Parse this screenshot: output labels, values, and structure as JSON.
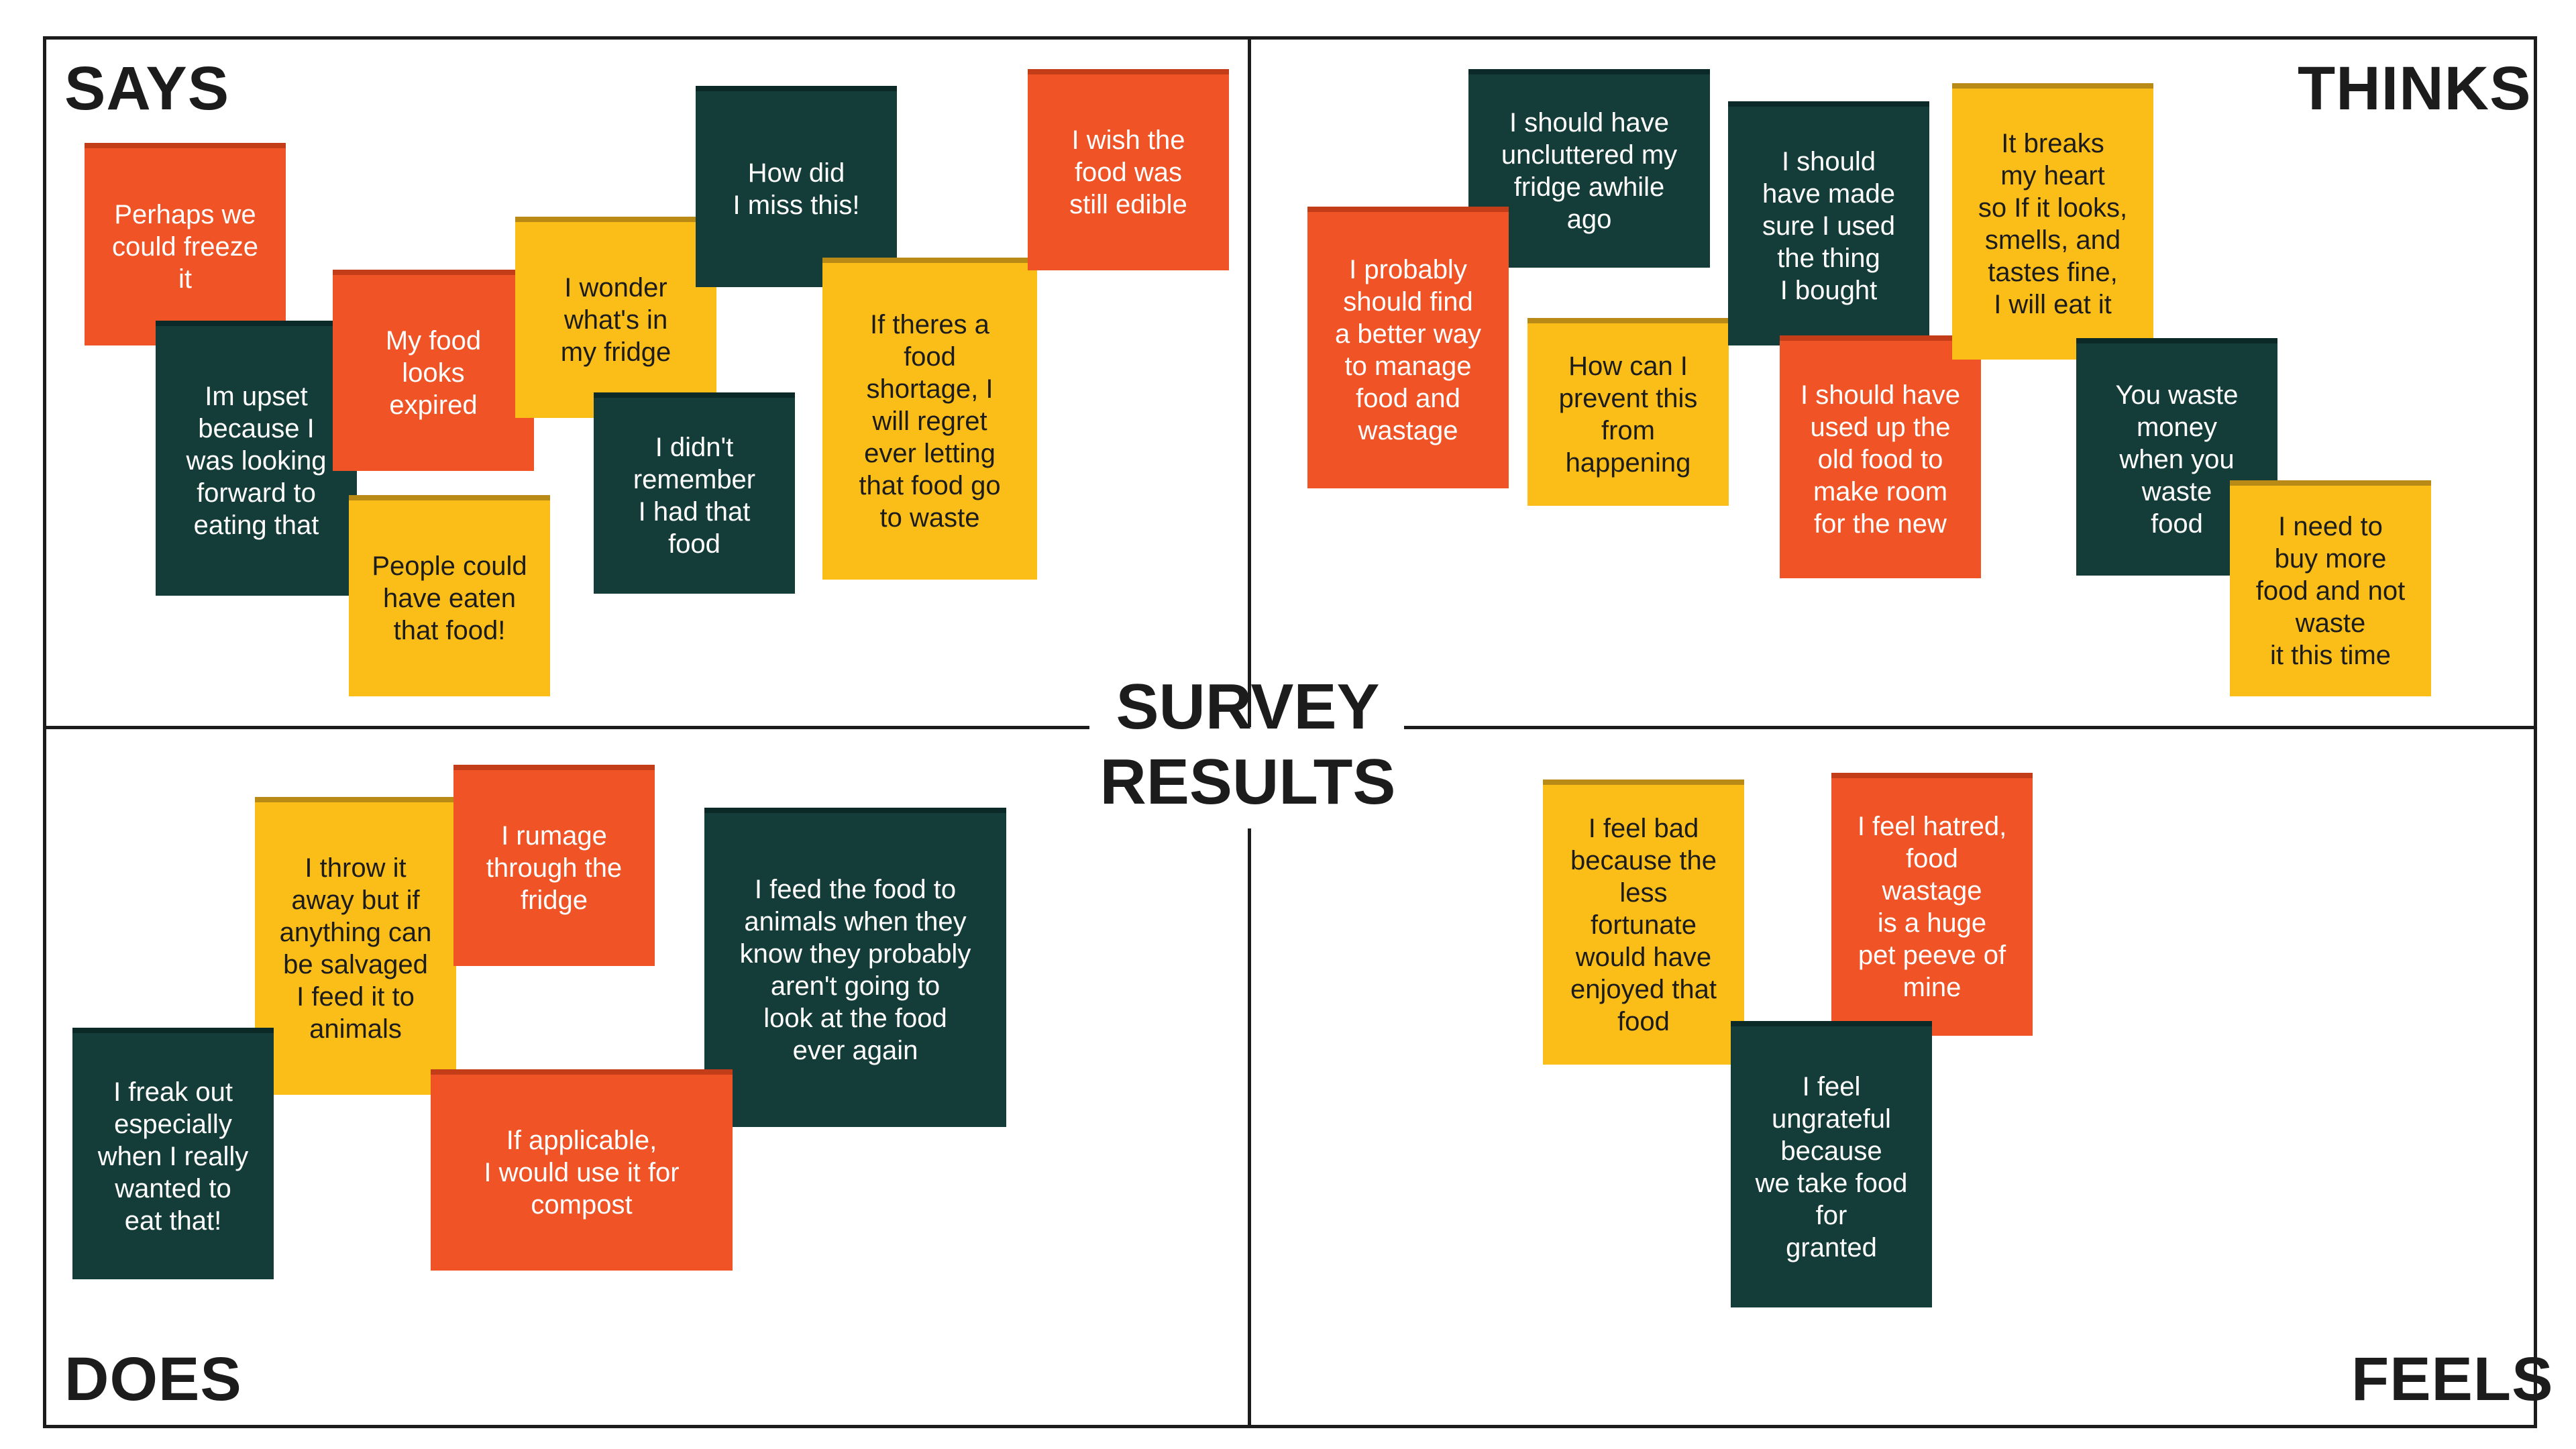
{
  "title": "SURVEY\nRESULTS",
  "quadrants": {
    "says": "SAYS",
    "thinks": "THINKS",
    "does": "DOES",
    "feels": "FEELS"
  },
  "colors": {
    "green": "#143d3a",
    "orange": "#ef5326",
    "yellow": "#fbbe19"
  },
  "says_notes": [
    {
      "text": "Perhaps we\ncould freeze\nit",
      "color": "orange"
    },
    {
      "text": "Im upset\nbecause I\nwas looking\nforward to\neating that",
      "color": "green"
    },
    {
      "text": "My food\nlooks\nexpired",
      "color": "orange"
    },
    {
      "text": "People could\nhave eaten\nthat food!",
      "color": "yellow"
    },
    {
      "text": "I wonder\nwhat's in\nmy fridge",
      "color": "yellow"
    },
    {
      "text": "How did\nI miss this!",
      "color": "green"
    },
    {
      "text": "I didn't\nremember\nI had that\nfood",
      "color": "green"
    },
    {
      "text": "If theres a\nfood\nshortage, I\nwill regret\never letting\nthat food go\nto waste",
      "color": "yellow"
    },
    {
      "text": "I wish the\nfood was\nstill edible",
      "color": "orange"
    }
  ],
  "thinks_notes": [
    {
      "text": "I should have\nuncluttered my\nfridge awhile\nago",
      "color": "green"
    },
    {
      "text": "I probably\nshould find\na better way\nto manage\nfood and\nwastage",
      "color": "orange"
    },
    {
      "text": "How can I\nprevent this\nfrom\nhappening",
      "color": "yellow"
    },
    {
      "text": "I should\nhave made\nsure I used\nthe thing\nI bought",
      "color": "green"
    },
    {
      "text": "I should have\nused up the\nold food to\nmake room\nfor the new",
      "color": "orange"
    },
    {
      "text": "It breaks\nmy heart\nso If it looks,\nsmells, and\ntastes fine,\nI will eat it",
      "color": "yellow"
    },
    {
      "text": "You waste\nmoney\nwhen you\nwaste\nfood",
      "color": "green"
    },
    {
      "text": "I need to\nbuy more\nfood and not\nwaste\nit this time",
      "color": "yellow"
    }
  ],
  "does_notes": [
    {
      "text": "I throw it\naway but if\nanything can\nbe salvaged\nI feed it to\nanimals",
      "color": "yellow"
    },
    {
      "text": "I rumage\nthrough the\nfridge",
      "color": "orange"
    },
    {
      "text": "I feed the food to\nanimals when they\nknow they probably\naren't going to\nlook at the food\never again",
      "color": "green"
    },
    {
      "text": "I freak out\nespecially\nwhen I really\nwanted to\neat that!",
      "color": "green"
    },
    {
      "text": "If applicable,\nI would use it for\ncompost",
      "color": "orange"
    }
  ],
  "feels_notes": [
    {
      "text": "I feel bad\nbecause the\nless\nfortunate\nwould have\nenjoyed that\nfood",
      "color": "yellow"
    },
    {
      "text": "I feel hatred,\nfood\nwastage\nis a huge\npet peeve of\nmine",
      "color": "orange"
    },
    {
      "text": "I feel\nungrateful\nbecause\nwe take food\nfor\ngranted",
      "color": "green"
    }
  ]
}
